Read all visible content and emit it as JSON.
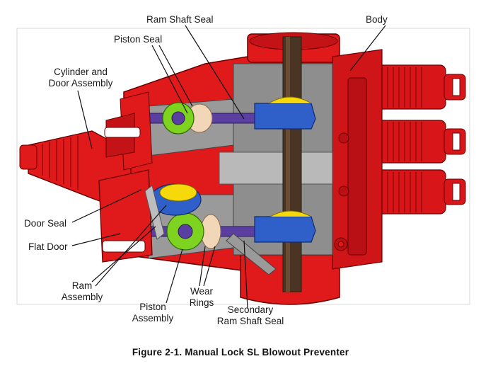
{
  "labels": {
    "ram_shaft_seal": "Ram Shaft Seal",
    "body": "Body",
    "piston_seal": "Piston Seal",
    "cylinder_door_line1": "Cylinder and",
    "cylinder_door_line2": "Door Assembly",
    "door_seal": "Door Seal",
    "flat_door": "Flat Door",
    "ram_assembly_line1": "Ram",
    "ram_assembly_line2": "Assembly",
    "piston_assembly_line1": "Piston",
    "piston_assembly_line2": "Assembly",
    "wear_rings_line1": "Wear",
    "wear_rings_line2": "Rings",
    "secondary_seal_line1": "Secondary",
    "secondary_seal_line2": "Ram Shaft Seal"
  },
  "caption": "Figure 2-1.  Manual Lock SL Blowout Preventer",
  "colors": {
    "body_red": "#e0191b",
    "body_dark_red": "#a80e10",
    "cutaway_gray": "#8a8a8a",
    "ram_blue": "#2f5fc8",
    "piston_green": "#7ed321",
    "seal_yellow": "#f5d90a",
    "shaft_purple": "#5a3fa0",
    "bore_brown": "#4a3424"
  }
}
